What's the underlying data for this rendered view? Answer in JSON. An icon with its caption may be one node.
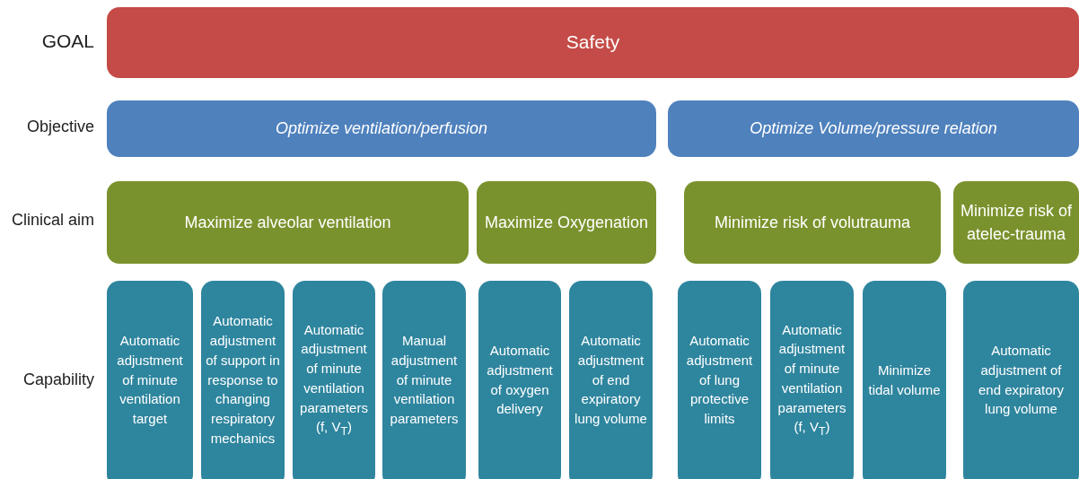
{
  "diagram": {
    "nodes": [
      {
        "text": [
          "Safety"
        ]
      },
      {
        "text": [
          "Optimize ventilation/perfusion"
        ]
      },
      {
        "text": [
          "Optimize Volume/pressure relation"
        ]
      },
      {
        "text": [
          "Maximize alveolar ventilation"
        ]
      },
      {
        "text": [
          "Maximize Oxygenation"
        ]
      },
      {
        "text": [
          "Minimize risk of volutrauma"
        ]
      },
      {
        "text": [
          "Minimize risk of atelec-trauma"
        ]
      },
      {
        "text": [
          "Automatic adjustment of minute ventilation target"
        ]
      },
      {
        "text": [
          "Automatic adjustment of support in response to changing respiratory mechanics"
        ]
      },
      {
        "text": [
          "Automatic adjustment of minute ventilation parameters (f, V$_{T}$)"
        ]
      },
      {
        "text": [
          "Manual adjustment of minute ventilation parameters"
        ]
      },
      {
        "text": [
          "Automatic adjustment of oxygen delivery"
        ]
      },
      {
        "text": [
          "Automatic adjustment of end expiratory lung volume"
        ]
      },
      {
        "text": [
          "Automatic adjustment of lung protective limits"
        ]
      },
      {
        "text": [
          "Automatic adjustment of minute ventilation parameters (f, V$_{T}$)"
        ]
      },
      {
        "text": [
          "Minimize tidal volume"
        ]
      },
      {
        "text": [
          "Automatic adjustment of end expiratory lung volume"
        ]
      }
    ],
    "edges": [],
    "labels": [
      "GOAL",
      "Objective",
      "Clinical aim",
      "Capability"
    ]
  }
}
